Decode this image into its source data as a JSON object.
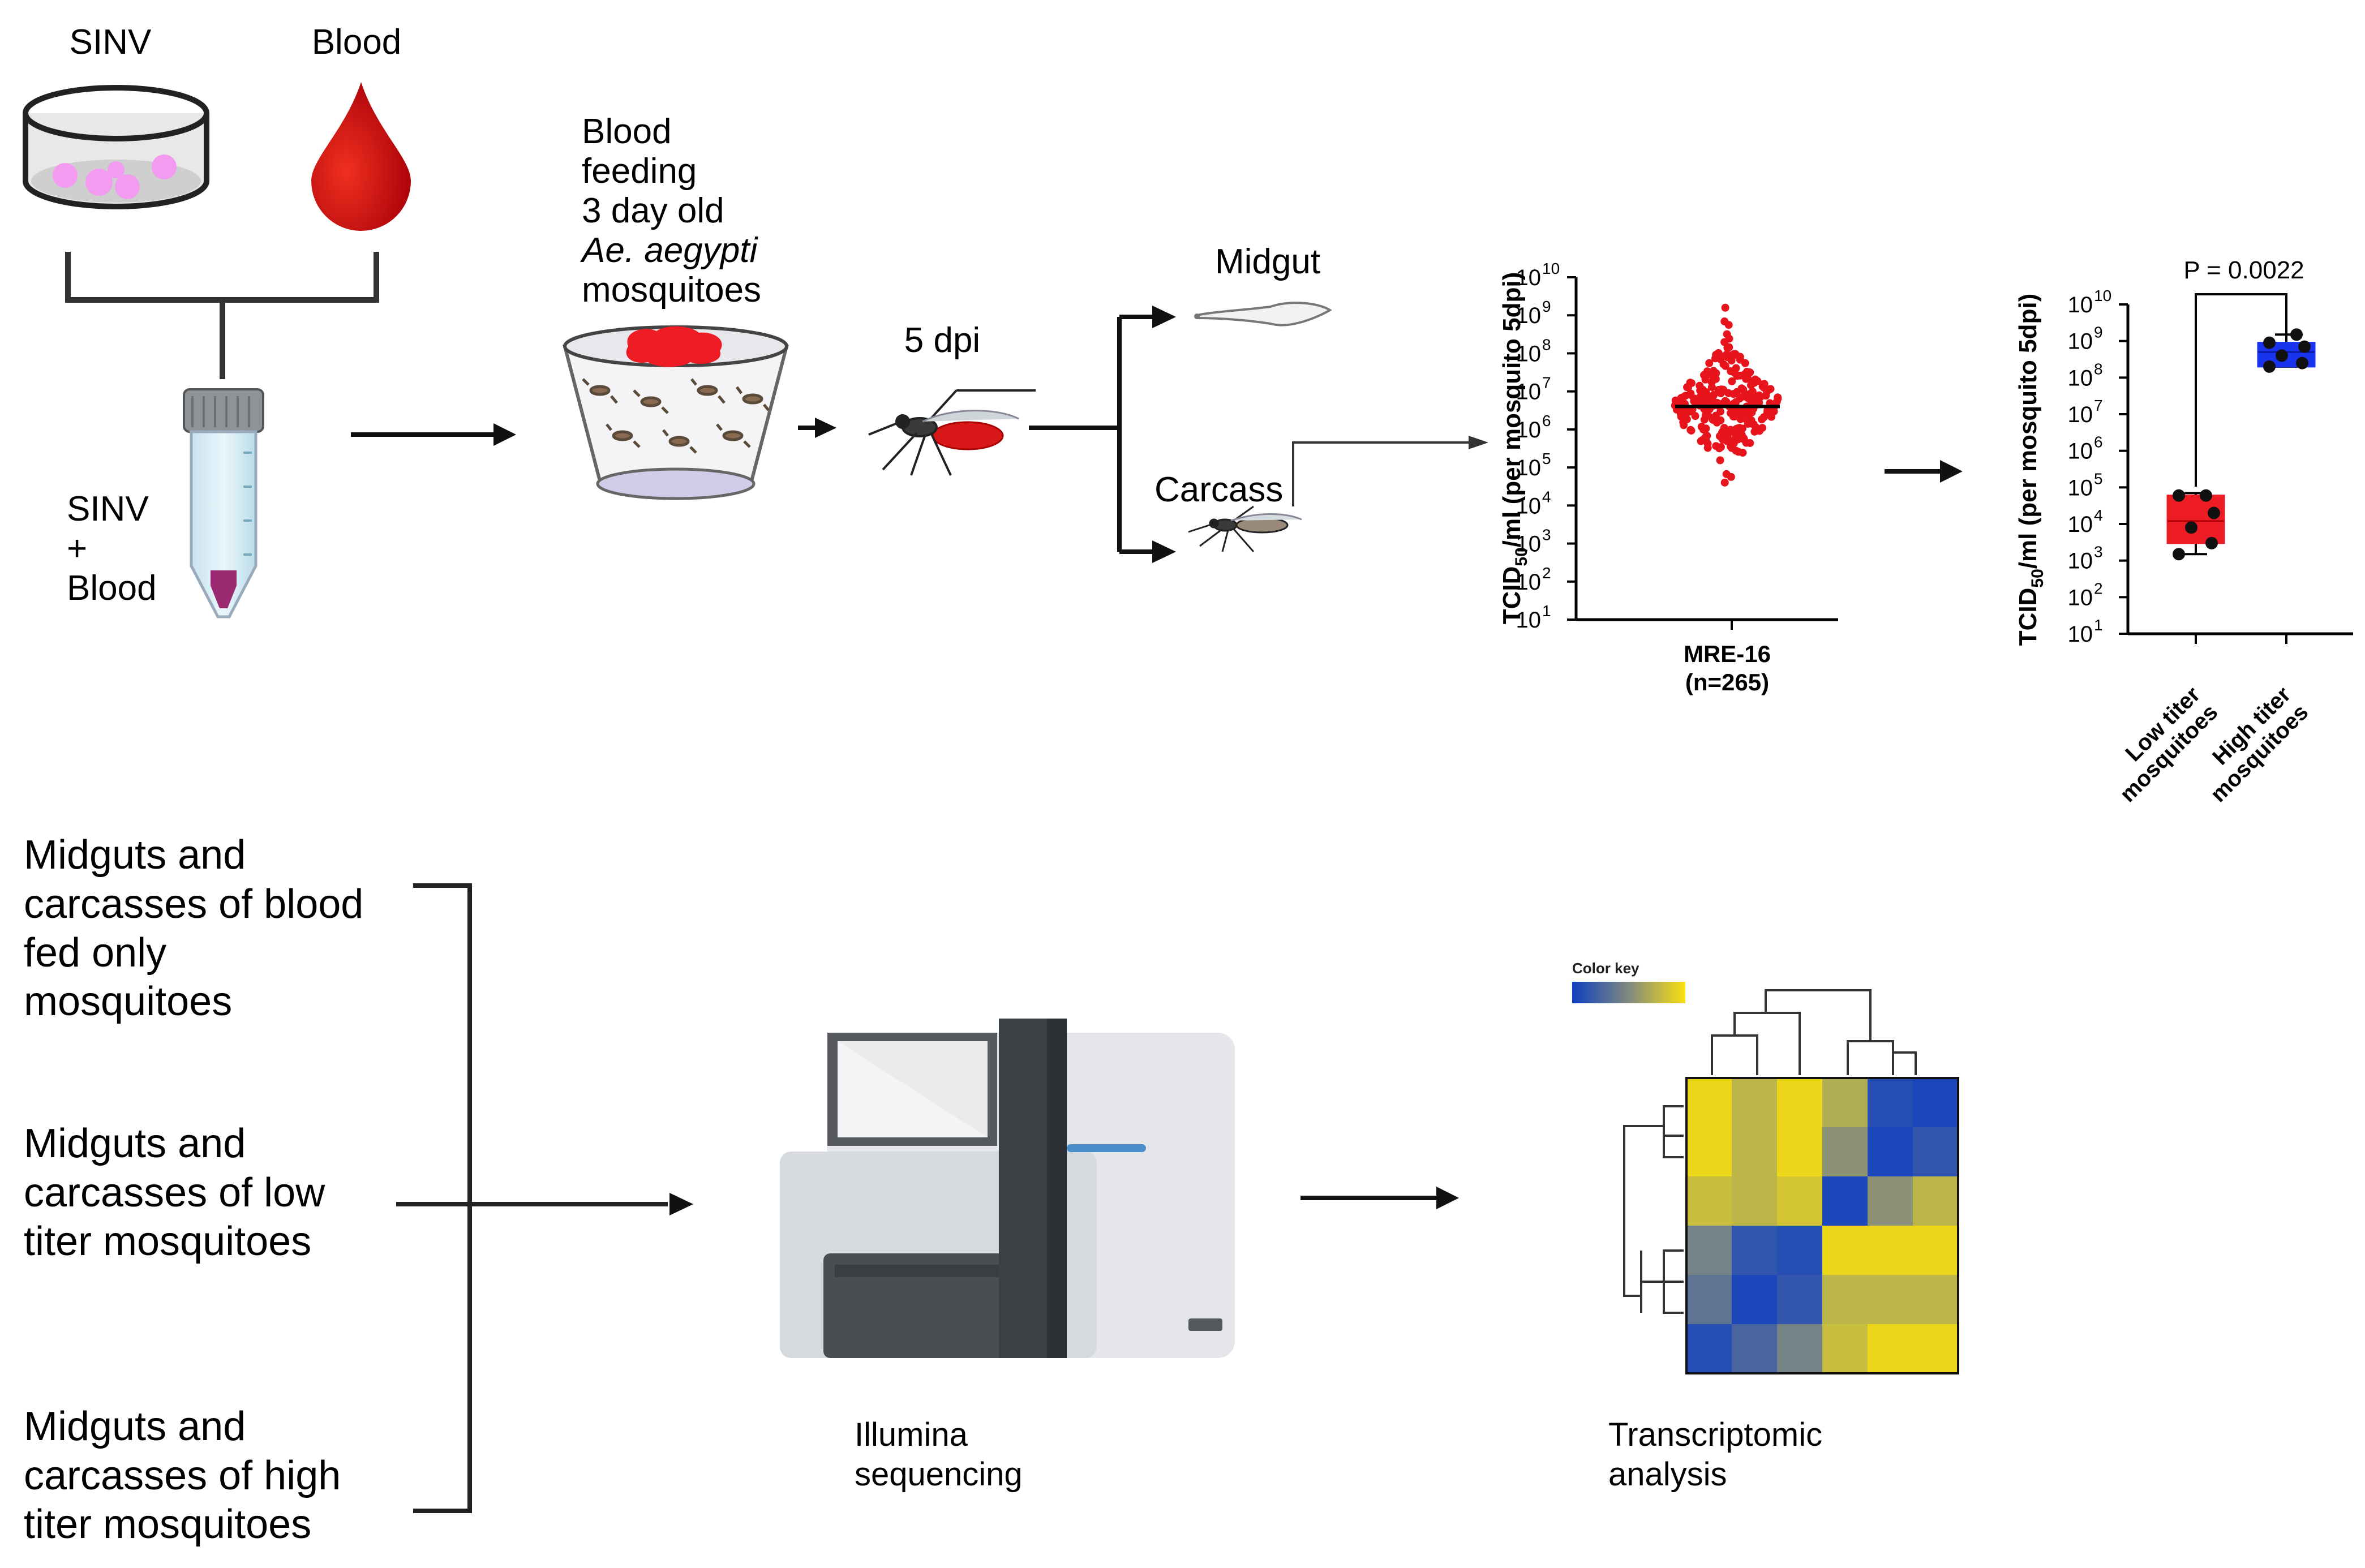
{
  "workflow": {
    "sinv_label": "SINV",
    "blood_label": "Blood",
    "tube_label_lines": [
      "SINV",
      "+",
      "Blood"
    ],
    "feeding_label_lines": [
      "Blood",
      "feeding",
      "3 day old"
    ],
    "feeding_species": "Ae. aegypti",
    "feeding_label_last": "mosquitoes",
    "dpi_label": "5 dpi",
    "midgut_label": "Midgut",
    "carcass_label": "Carcass"
  },
  "groups": {
    "blood_fed_lines": [
      "Midguts and",
      "carcasses of blood",
      "fed only",
      "mosquitoes"
    ],
    "low_titer_lines": [
      "Midguts and",
      "carcasses of low",
      "titer mosquitoes"
    ],
    "high_titer_lines": [
      "Midguts and",
      "carcasses of high",
      "titer mosquitoes"
    ]
  },
  "sequencing": {
    "label_lines": [
      "Illumina",
      "sequencing"
    ]
  },
  "analysis": {
    "label_lines": [
      "Transcriptomic",
      "analysis"
    ],
    "color_key_label": "Color key",
    "heatmap_low_color": "#1040c0",
    "heatmap_high_color": "#f8e010",
    "heatmap": [
      [
        0.95,
        0.75,
        0.95,
        0.7,
        0.1,
        0.05
      ],
      [
        0.95,
        0.75,
        0.95,
        0.55,
        0.05,
        0.15
      ],
      [
        0.8,
        0.75,
        0.85,
        0.05,
        0.55,
        0.75
      ],
      [
        0.45,
        0.15,
        0.1,
        0.95,
        0.95,
        0.95
      ],
      [
        0.35,
        0.05,
        0.15,
        0.75,
        0.75,
        0.75
      ],
      [
        0.1,
        0.25,
        0.45,
        0.8,
        0.95,
        0.95
      ]
    ]
  },
  "chart_data": [
    {
      "type": "scatter",
      "ylabel_main": "TCID",
      "ylabel_sub": "50",
      "ylabel_rest": "/ml (per mosquito 5dpi)",
      "y_scale": "log",
      "ylim": [
        10,
        10000000000
      ],
      "tick_base": "10",
      "tick_exponents": [
        "1",
        "2",
        "3",
        "4",
        "5",
        "6",
        "7",
        "8",
        "9",
        "10"
      ],
      "category_lines": [
        "MRE-16",
        "(n=265)"
      ],
      "color": "#e8141c",
      "median": 4000000
    },
    {
      "type": "box",
      "ylabel_main": "TCID",
      "ylabel_sub": "50",
      "ylabel_rest": "/ml (per mosquito 5dpi)",
      "y_scale": "log",
      "ylim": [
        10,
        10000000000
      ],
      "tick_base": "10",
      "tick_exponents": [
        "1",
        "2",
        "3",
        "4",
        "5",
        "6",
        "7",
        "8",
        "9",
        "10"
      ],
      "p_value_label": "P = 0.0022",
      "groups": [
        {
          "label_lines": [
            "Low titer",
            "mosquitoes"
          ],
          "color": "#ee1c24",
          "whisker_low": 1500,
          "q1": 3000,
          "median": 12000,
          "q3": 60000,
          "whisker_high": 70000,
          "points": [
            1500,
            3000,
            8000,
            20000,
            60000,
            60000
          ]
        },
        {
          "label_lines": [
            "High titer",
            "mosquitoes"
          ],
          "color": "#1a33ee",
          "whisker_low": 200000000,
          "q1": 200000000,
          "median": 500000000,
          "q3": 900000000,
          "whisker_high": 1500000000,
          "points": [
            200000000,
            250000000,
            400000000,
            700000000,
            900000000,
            1500000000
          ]
        }
      ]
    }
  ]
}
